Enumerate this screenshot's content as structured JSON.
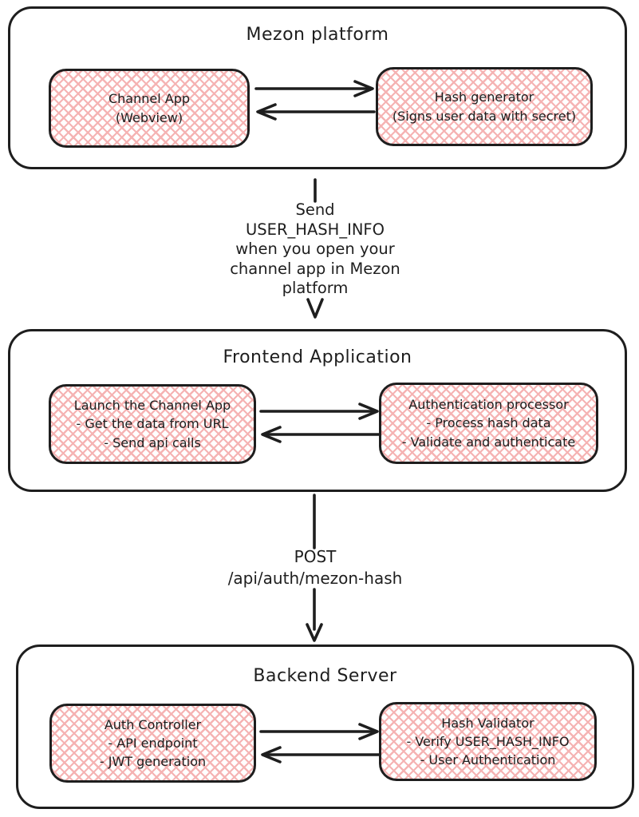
{
  "colors": {
    "stroke": "#1e1e1e",
    "node_fill_pattern": "#f5b3b3",
    "background": "#ffffff"
  },
  "sections": [
    {
      "title": "Mezon platform",
      "nodes": [
        {
          "lines": [
            "Channel App",
            "(Webview)"
          ]
        },
        {
          "lines": [
            "Hash generator",
            "(Signs user data with secret)"
          ]
        }
      ]
    },
    {
      "title": "Frontend Application",
      "nodes": [
        {
          "lines": [
            "Launch the Channel App",
            "- Get the data from URL",
            "- Send api calls"
          ]
        },
        {
          "lines": [
            "Authentication processor",
            "- Process hash data",
            "- Validate and authenticate"
          ]
        }
      ]
    },
    {
      "title": "Backend Server",
      "nodes": [
        {
          "lines": [
            "Auth Controller",
            "- API endpoint",
            "- JWT generation"
          ]
        },
        {
          "lines": [
            "Hash Validator",
            "- Verify USER_HASH_INFO",
            "- User Authentication"
          ]
        }
      ]
    }
  ],
  "connectors": [
    {
      "lines": [
        "Send",
        "USER_HASH_INFO",
        "when you open your",
        "channel app in Mezon",
        "platform"
      ]
    },
    {
      "lines": [
        "POST",
        "/api/auth/mezon-hash"
      ]
    }
  ]
}
